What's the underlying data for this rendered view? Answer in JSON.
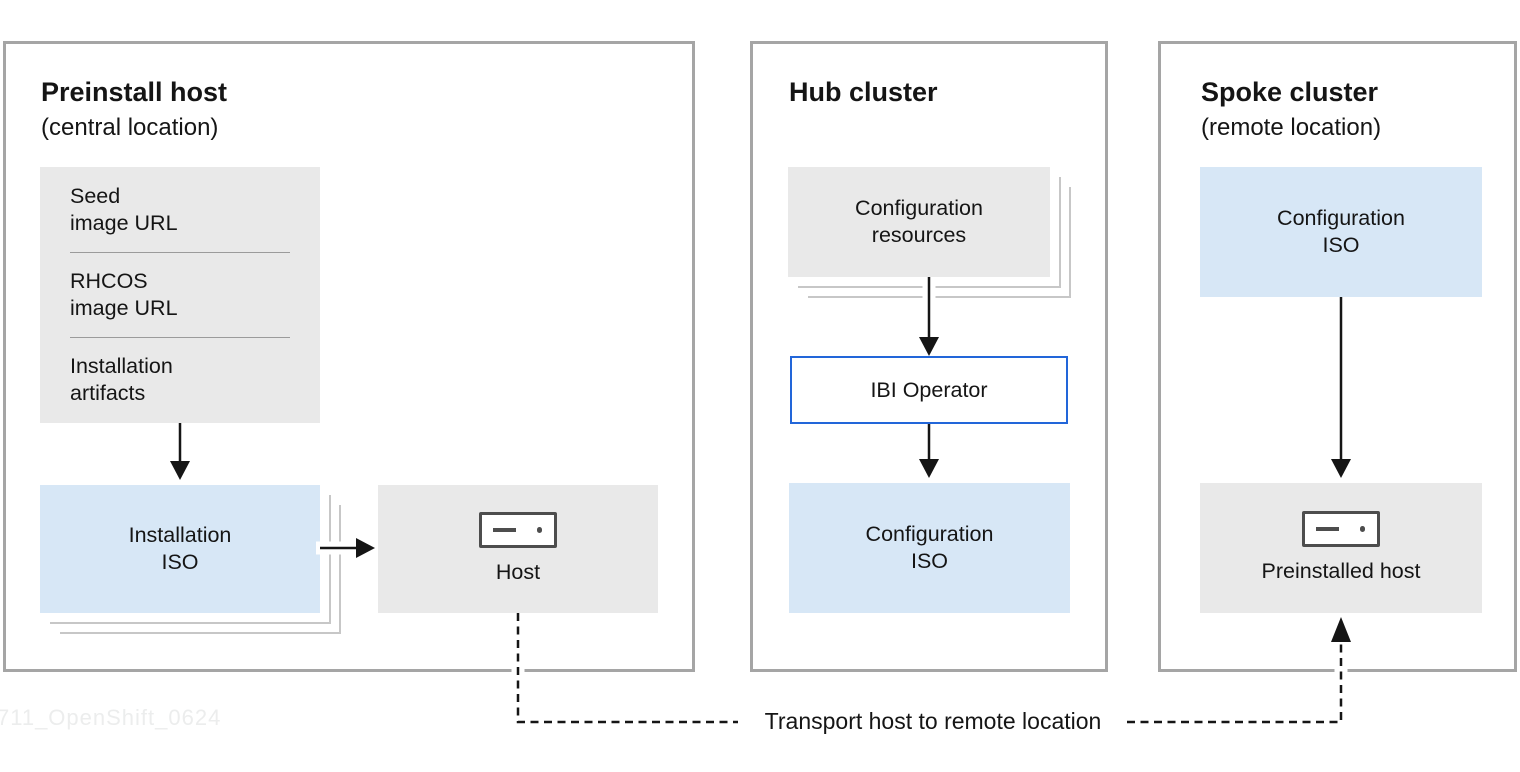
{
  "colors": {
    "panel_border": "#a5a5a5",
    "box_gray": "#e9e9e9",
    "box_blue": "#d7e7f6",
    "operator_border": "#2266d9",
    "line_black": "#151515",
    "stack_outline": "#c7c7c7",
    "divider": "#9b9b9b",
    "watermark": "#eceded",
    "text": "#151515"
  },
  "watermark": "711_OpenShift_0624",
  "transport": {
    "label": "Transport host to remote location"
  },
  "panels": {
    "preinstall": {
      "title": "Preinstall host",
      "subtitle": "(central location)",
      "artifacts": {
        "items": [
          {
            "label": "Seed\nimage URL"
          },
          {
            "label": "RHCOS\nimage URL"
          },
          {
            "label": "Installation\nartifacts"
          }
        ]
      },
      "installation_iso": {
        "label": "Installation\nISO"
      },
      "host": {
        "label": "Host"
      }
    },
    "hub": {
      "title": "Hub cluster",
      "configuration_resources": {
        "label": "Configuration\nresources"
      },
      "ibi_operator": {
        "label": "IBI Operator"
      },
      "configuration_iso": {
        "label": "Configuration\nISO"
      }
    },
    "spoke": {
      "title": "Spoke cluster",
      "subtitle": "(remote location)",
      "configuration_iso": {
        "label": "Configuration\nISO"
      },
      "preinstalled_host": {
        "label": "Preinstalled host"
      }
    }
  }
}
